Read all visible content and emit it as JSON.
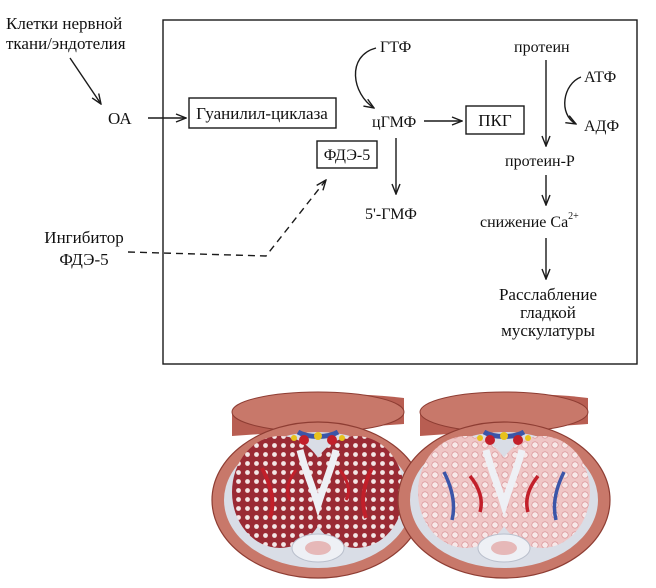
{
  "labels": {
    "source_line1": "Клетки нервной",
    "source_line2": "ткани/эндотелия",
    "no": "ОА",
    "guanylyl_cyclase": "Гуанилил-циклаза",
    "gtp": "ГТФ",
    "cgmp": "цГМФ",
    "pkg": "ПКГ",
    "protein": "протеин",
    "atp": "АТФ",
    "adp": "АДФ",
    "protein_p": "протеин-Р",
    "pde5": "ФДЭ-5",
    "five_gmp": "5'-ГМФ",
    "inhibitor_line1": "Ингибитор",
    "inhibitor_line2": "ФДЭ-5",
    "calcium_prefix": "снижение Ca",
    "calcium_sup": "2+",
    "result_line1": "Расслабление",
    "result_line2": "гладкой",
    "result_line3": "мускулатуры"
  },
  "colors": {
    "tunica": "#c8786a",
    "tunica_dark": "#8e3d33",
    "tissue_contracted": "#9a2a34",
    "tissue_relaxed": "#efc6c6",
    "artery": "#c21f2a",
    "vein": "#3b55a8",
    "nerve": "#e8c21c",
    "septum": "#d9dde6"
  }
}
